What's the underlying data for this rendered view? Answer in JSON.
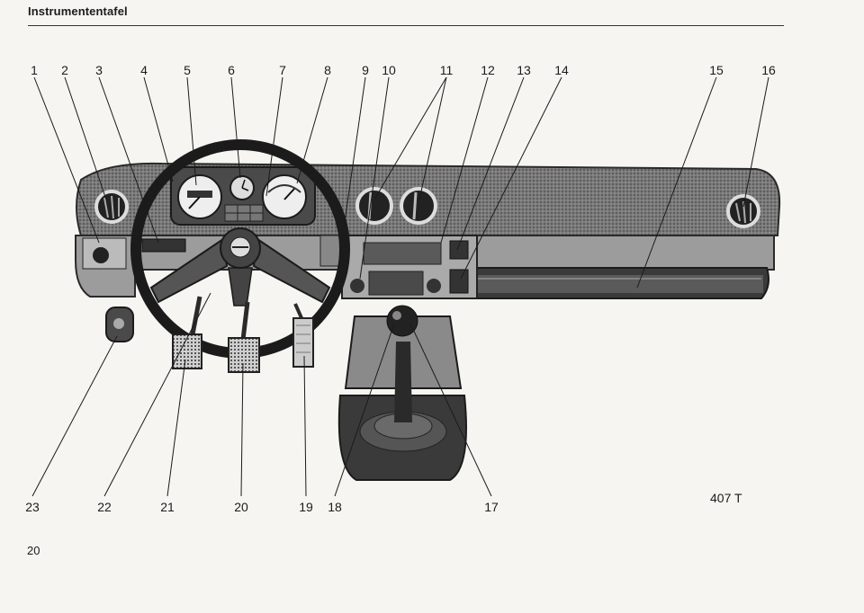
{
  "header": {
    "title": "Instrumententafel"
  },
  "footer": {
    "page_number": "20",
    "figure_code": "407 T"
  },
  "callouts": {
    "top": [
      "1",
      "2",
      "3",
      "4",
      "5",
      "6",
      "7",
      "8",
      "9",
      "10",
      "11",
      "12",
      "13",
      "14",
      "15",
      "16"
    ],
    "bottom": [
      "23",
      "22",
      "21",
      "20",
      "19",
      "18",
      "17"
    ]
  },
  "colors": {
    "paper": "#f6f5f1",
    "ink": "#1b1b1b",
    "dashboard": "#6a6a6a",
    "dark": "#2a2a2a"
  }
}
